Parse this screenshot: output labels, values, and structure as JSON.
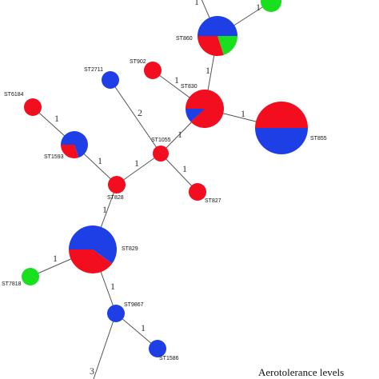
{
  "colors": {
    "red": "#f20d1f",
    "blue": "#1f3fe6",
    "green": "#19e01f",
    "edge": "#555555"
  },
  "legend": {
    "title": "Aerotolerance levels"
  },
  "nodes": [
    {
      "id": "ST860",
      "label": "ST860",
      "slices": [
        {
          "color": "blue",
          "fraction": 0.5
        },
        {
          "color": "green",
          "fraction": 0.2
        },
        {
          "color": "red",
          "fraction": 0.3
        }
      ]
    },
    {
      "id": "top-a",
      "label": "",
      "slices": [
        {
          "color": "green",
          "fraction": 1
        }
      ]
    },
    {
      "id": "ST902",
      "label": "ST902",
      "slices": [
        {
          "color": "red",
          "fraction": 1
        }
      ]
    },
    {
      "id": "ST2711",
      "label": "ST2711",
      "slices": [
        {
          "color": "blue",
          "fraction": 1
        }
      ]
    },
    {
      "id": "ST830",
      "label": "ST830",
      "slices": [
        {
          "color": "red",
          "fraction": 0.88
        },
        {
          "color": "blue",
          "fraction": 0.12
        }
      ]
    },
    {
      "id": "ST855",
      "label": "ST855",
      "slices": [
        {
          "color": "red",
          "fraction": 0.5
        },
        {
          "color": "blue",
          "fraction": 0.5
        }
      ]
    },
    {
      "id": "ST6184",
      "label": "ST6184",
      "slices": [
        {
          "color": "red",
          "fraction": 1
        }
      ]
    },
    {
      "id": "ST1593",
      "label": "ST1593",
      "slices": [
        {
          "color": "blue",
          "fraction": 0.7
        },
        {
          "color": "red",
          "fraction": 0.3
        }
      ]
    },
    {
      "id": "ST1055",
      "label": "ST1055",
      "slices": [
        {
          "color": "red",
          "fraction": 1
        }
      ]
    },
    {
      "id": "ST828",
      "label": "ST828",
      "slices": [
        {
          "color": "red",
          "fraction": 1
        }
      ]
    },
    {
      "id": "ST827",
      "label": "ST827",
      "slices": [
        {
          "color": "red",
          "fraction": 1
        }
      ]
    },
    {
      "id": "ST829",
      "label": "ST829",
      "slices": [
        {
          "color": "blue",
          "fraction": 0.6
        },
        {
          "color": "red",
          "fraction": 0.4
        }
      ]
    },
    {
      "id": "ST7818",
      "label": "ST7818",
      "slices": [
        {
          "color": "green",
          "fraction": 1
        }
      ]
    },
    {
      "id": "ST9867",
      "label": "ST9867",
      "slices": [
        {
          "color": "blue",
          "fraction": 1
        }
      ]
    },
    {
      "id": "ST1586",
      "label": "ST1586",
      "slices": [
        {
          "color": "blue",
          "fraction": 1
        }
      ]
    }
  ],
  "edges": [
    {
      "from": "ST860",
      "to": "top-left-offscreen",
      "label": "1"
    },
    {
      "from": "ST860",
      "to": "top-a",
      "label": "1"
    },
    {
      "from": "ST860",
      "to": "ST830",
      "label": "1"
    },
    {
      "from": "ST902",
      "to": "ST830",
      "label": "1"
    },
    {
      "from": "ST830",
      "to": "ST855",
      "label": "1"
    },
    {
      "from": "ST830",
      "to": "ST1055",
      "label": "1"
    },
    {
      "from": "ST2711",
      "to": "ST1055",
      "label": "2"
    },
    {
      "from": "ST1055",
      "to": "ST827",
      "label": "1"
    },
    {
      "from": "ST1055",
      "to": "ST828",
      "label": "1"
    },
    {
      "from": "ST6184",
      "to": "ST1593",
      "label": "1"
    },
    {
      "from": "ST1593",
      "to": "ST828",
      "label": "1"
    },
    {
      "from": "ST828",
      "to": "ST829",
      "label": "1"
    },
    {
      "from": "ST829",
      "to": "ST7818",
      "label": "1"
    },
    {
      "from": "ST829",
      "to": "ST9867",
      "label": "1"
    },
    {
      "from": "ST9867",
      "to": "ST1586",
      "label": "1"
    },
    {
      "from": "ST9867",
      "to": "bottom-offscreen",
      "label": "3"
    }
  ]
}
